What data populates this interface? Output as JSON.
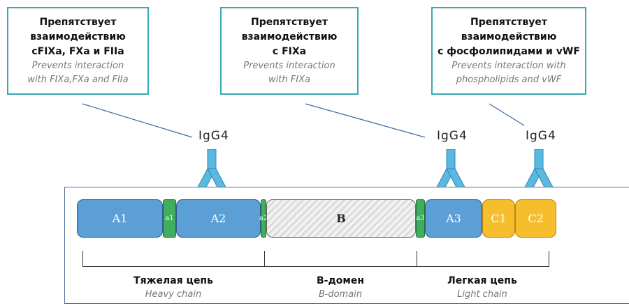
{
  "callouts": [
    {
      "ru": [
        "Препятствует",
        "взаимодействию",
        "cFIXa, FXa и FIIa"
      ],
      "en": [
        "Prevents interaction",
        "with FIXa,FXa and FIIa"
      ]
    },
    {
      "ru": [
        "Препятствует",
        "взаимодействию",
        "с FIXa"
      ],
      "en": [
        "Prevents interaction",
        "with FIXa"
      ]
    },
    {
      "ru": [
        "Препятствует",
        "взаимодействию",
        "с фосфолипидами и  vWF"
      ],
      "en": [
        "Prevents interaction with",
        "phospholipids and vWF"
      ]
    }
  ],
  "antibodies": [
    {
      "label": "IgG4"
    },
    {
      "label": "IgG4"
    },
    {
      "label": "IgG4"
    }
  ],
  "domains": {
    "a1_block": "A1",
    "a1_link": "a1",
    "a2_block": "A2",
    "a2_link": "a2",
    "b_block": "B",
    "a3_link": "a3",
    "a3_block": "A3",
    "c1_block": "C1",
    "c2_block": "C2"
  },
  "chains": [
    {
      "ru": "Тяжелая цепь",
      "en": "Heavy chain"
    },
    {
      "ru": "B-домен",
      "en": "B-domain"
    },
    {
      "ru": "Легкая цепь",
      "en": "Light chain"
    }
  ],
  "colors": {
    "callout_border": "#35a9b4",
    "antibody": "#5bb8e0",
    "domain_blue": "#5b9fd6",
    "domain_yellow": "#f6be2c",
    "linker_green": "#3fae5d"
  }
}
